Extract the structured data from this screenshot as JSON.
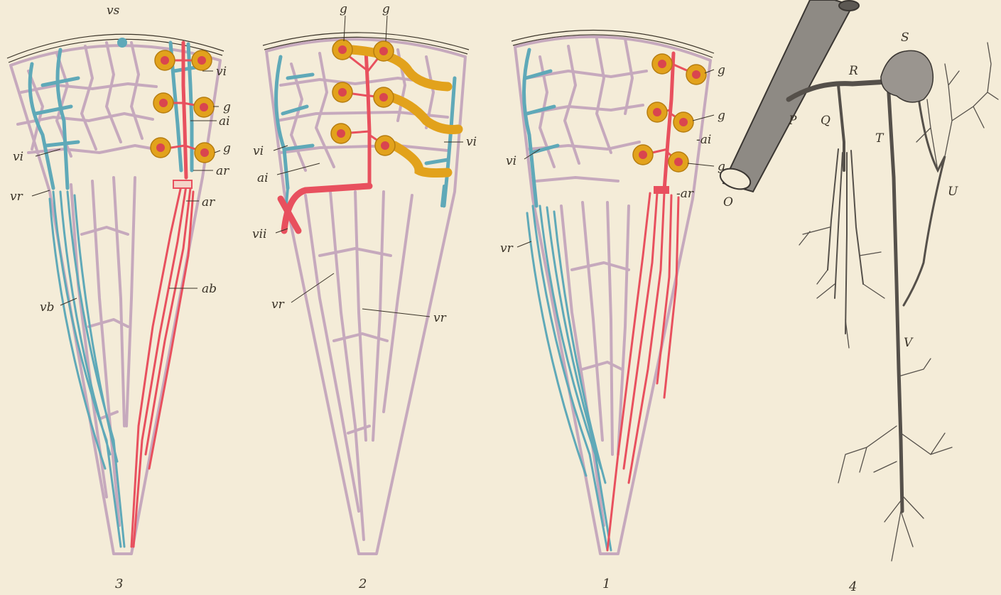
{
  "colors": {
    "paper": "#f4ecd8",
    "vein": "#5fa9b8",
    "artery": "#e8505e",
    "capillary_network": "#c6a9bd",
    "glomerulus": "#e2a21c",
    "ink": "#3a3328"
  },
  "figures": [
    {
      "number": "3",
      "labels": {
        "vs": "vs",
        "vi_top": "vi",
        "g1": "g",
        "ai": "ai",
        "g2": "g",
        "vi_left": "vi",
        "ar_1": "ar",
        "vr": "vr",
        "ar_2": "ar",
        "ab": "ab",
        "vb": "vb"
      }
    },
    {
      "number": "2",
      "labels": {
        "g1": "g",
        "g2": "g",
        "vi_right": "vi",
        "vi_left": "vi",
        "ai": "ai",
        "vii": "vii",
        "vr_1": "vr",
        "vr_2": "vr"
      }
    },
    {
      "number": "1",
      "labels": {
        "g1": "g",
        "g2": "g",
        "ai": "-ai",
        "vi": "vi",
        "g3": "g",
        "ar": "-ar",
        "vr": "vr"
      }
    },
    {
      "number": "4",
      "labels": {
        "S": "S",
        "R": "R",
        "P": "P",
        "Q": "Q",
        "T": "T",
        "U": "U",
        "O": "O",
        "V": "V"
      }
    }
  ]
}
